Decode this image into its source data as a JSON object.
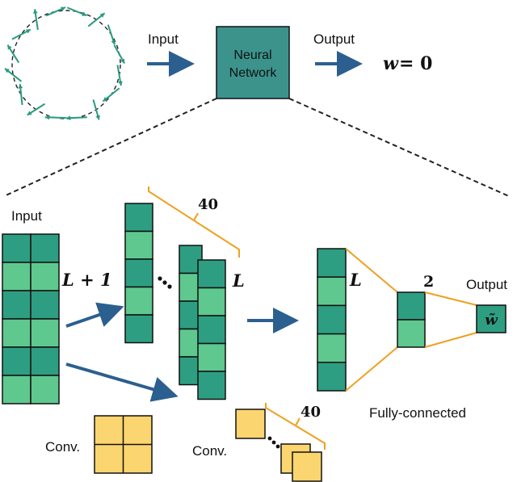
{
  "top": {
    "input_label": "Input",
    "network_line1": "Neural",
    "network_line2": "Network",
    "output_label": "Output",
    "result_w": "w",
    "result_eq": "= 0"
  },
  "bottom": {
    "input_label": "Input",
    "l_plus_1": "L + 1",
    "filters_40_a": "40",
    "l_label_a": "L",
    "l_label_b": "L",
    "hidden_2": "2",
    "output_label": "Output",
    "output_w_tilde": "w̃",
    "fully_connected": "Fully-connected",
    "conv_a": "Conv.",
    "conv_b": "Conv.",
    "filters_40_b": "40"
  },
  "colors": {
    "teal_dark": "#2e9e82",
    "teal_light": "#5ec88e",
    "network_box": "#3b938c",
    "arrow_blue": "#2b5f8f",
    "bracket_orange": "#f0a020",
    "kernel_yellow": "#fbd56f",
    "spin_arrow": "#2a9a80"
  }
}
